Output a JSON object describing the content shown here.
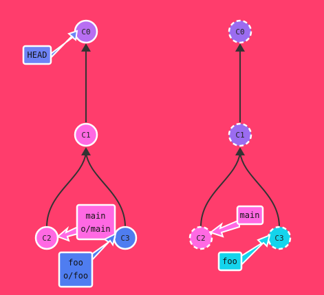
{
  "colors": {
    "background": "#ff3d6c",
    "commit_purple": "#b86ef2",
    "commit_pink": "#ff69e3",
    "commit_blue": "#4f7df0",
    "commit_cyan": "#14d4ec",
    "commit_violet": "#9b6cf0",
    "head_tag": "#6e83f5",
    "main_tag": "#ff69e3",
    "foo_tag_left": "#4f7df0",
    "foo_tag_right": "#14d4ec",
    "edge": "#333333"
  },
  "left_tree": {
    "commits": {
      "c0": "C0",
      "c1": "C1",
      "c2": "C2",
      "c3": "C3"
    },
    "tags": {
      "head": [
        "HEAD"
      ],
      "main": [
        "main",
        "o/main"
      ],
      "foo": [
        "foo",
        "o/foo"
      ]
    }
  },
  "right_tree": {
    "commits": {
      "c0": "C0",
      "c1": "C1",
      "c2": "C2",
      "c3": "C3"
    },
    "tags": {
      "main": [
        "main"
      ],
      "foo": [
        "foo"
      ]
    }
  }
}
